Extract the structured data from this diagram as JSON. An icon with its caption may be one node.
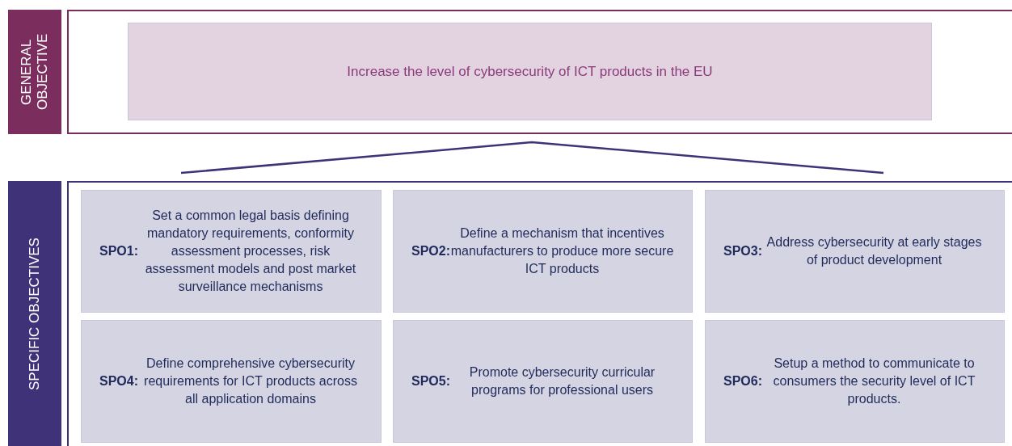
{
  "diagram": {
    "nodes": [
      {
        "text": [
          "GENERAL OBJECTIVE"
        ]
      },
      {
        "text": [
          "Increase the level of cybersecurity of ICT products in the EU"
        ],
        "in": 0
      },
      {
        "text": [
          "SPECIFIC OBJECTIVES"
        ]
      },
      {
        "text": [
          "**SPO1:** Set a common legal basis defining mandatory requirements, conformity assessment processes, risk assessment models and post market surveillance mechanisms"
        ],
        "in": 2
      },
      {
        "text": [
          "**SPO2:** Define a mechanism that incentives manufacturers to produce more secure ICT products"
        ],
        "in": 2
      },
      {
        "text": [
          "**SPO3:** Address cybersecurity at early stages of product development"
        ],
        "in": 2
      },
      {
        "text": [
          "**SPO4:** Define comprehensive cybersecurity requirements for ICT products across all application domains"
        ],
        "in": 2
      },
      {
        "text": [
          "**SPO5:** Promote cybersecurity curricular programs for professional users"
        ],
        "in": 2
      },
      {
        "text": [
          "**SPO6:** Setup a method to communicate to consumers the security level of ICT products."
        ],
        "in": 2
      }
    ]
  }
}
